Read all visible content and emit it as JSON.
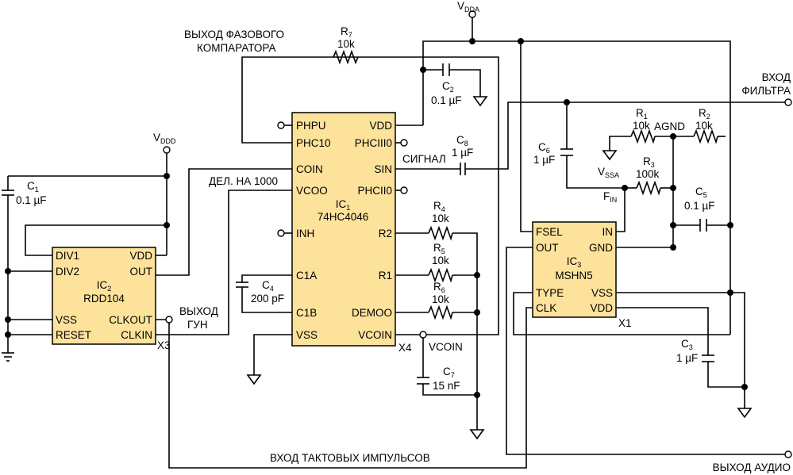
{
  "supply": {
    "vdda": "V",
    "vdda_sub": "DDA",
    "vddd": "V",
    "vddd_sub": "DDD",
    "vssa": "V",
    "vssa_sub": "SSA",
    "agnd": "AGND",
    "fin": "F",
    "fin_sub": "IN"
  },
  "ic1": {
    "name": "IC",
    "idx": "1",
    "part": "74HC4046",
    "ref": "X4",
    "pins_left": [
      "PHPU",
      "PHC10",
      "COIN",
      "VCOO",
      "INH",
      "C1A",
      "C1B",
      "VSS"
    ],
    "pins_right": [
      "VDD",
      "PHCIII0",
      "SIN",
      "PHCII0",
      "R2",
      "R1",
      "DEMOO",
      "VCOIN"
    ]
  },
  "ic2": {
    "name": "IC",
    "idx": "2",
    "part": "RDD104",
    "ref": "X3",
    "pins_left": [
      "DIV1",
      "DIV2",
      "VSS",
      "RESET"
    ],
    "pins_right": [
      "VDD",
      "OUT",
      "CLKOUT",
      "CLKIN"
    ]
  },
  "ic3": {
    "name": "IC",
    "idx": "3",
    "part": "MSHN5",
    "ref": "X1",
    "pins_left": [
      "FSEL",
      "OUT",
      "TYPE",
      "CLK"
    ],
    "pins_right": [
      "IN",
      "GND",
      "VSS",
      "VDD"
    ]
  },
  "components": {
    "r7": {
      "ref": "R",
      "idx": "7",
      "value": "10k"
    },
    "r4": {
      "ref": "R",
      "idx": "4",
      "value": "10k"
    },
    "r5": {
      "ref": "R",
      "idx": "5",
      "value": "10k"
    },
    "r6": {
      "ref": "R",
      "idx": "6",
      "value": "10k"
    },
    "r1": {
      "ref": "R",
      "idx": "1",
      "value": "10k"
    },
    "r2": {
      "ref": "R",
      "idx": "2",
      "value": "10k"
    },
    "r3": {
      "ref": "R",
      "idx": "3",
      "value": "100k"
    },
    "c1": {
      "ref": "C",
      "idx": "1",
      "value": "0.1 µF"
    },
    "c2": {
      "ref": "C",
      "idx": "2",
      "value": "0.1 µF"
    },
    "c3": {
      "ref": "C",
      "idx": "3",
      "value": "1 µF"
    },
    "c4": {
      "ref": "C",
      "idx": "4",
      "value": "200 pF"
    },
    "c5": {
      "ref": "C",
      "idx": "5",
      "value": "0.1 µF"
    },
    "c6": {
      "ref": "C",
      "idx": "6",
      "value": "1 µF"
    },
    "c7": {
      "ref": "C",
      "idx": "7",
      "value": "15 nF"
    },
    "c8": {
      "ref": "C",
      "idx": "8",
      "value": "1 µF"
    }
  },
  "labels": {
    "phase_comp_1": "ВЫХОД ФАЗОВОГО",
    "phase_comp_2": "КОМПАРАТОРА",
    "div1000": "ДЕЛ. НА 1000",
    "vco_out_1": "ВЫХОД",
    "vco_out_2": "ГУН",
    "signal": "СИГНАЛ",
    "filter_in_1": "ВХОД",
    "filter_in_2": "ФИЛЬТРА",
    "vcoin": "VCOIN",
    "clock_in": "ВХОД ТАКТОВЫХ ИМПУЛЬСОВ",
    "audio_out": "ВЫХОД АУДИО"
  }
}
